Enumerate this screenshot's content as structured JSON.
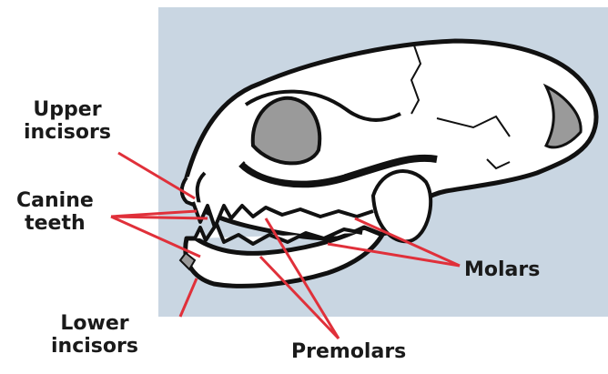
{
  "labels": {
    "upper_incisors": [
      "Upper",
      "incisors"
    ],
    "canine_teeth": [
      "Canine",
      "teeth"
    ],
    "lower_incisors": [
      "Lower",
      "incisors"
    ],
    "premolars": "Premolars",
    "molars": "Molars"
  },
  "colors": {
    "background_panel": "#c9d6e2",
    "pointer_lines": "#e0303a",
    "outline": "#111111",
    "shadow": "#9a9a9a"
  }
}
